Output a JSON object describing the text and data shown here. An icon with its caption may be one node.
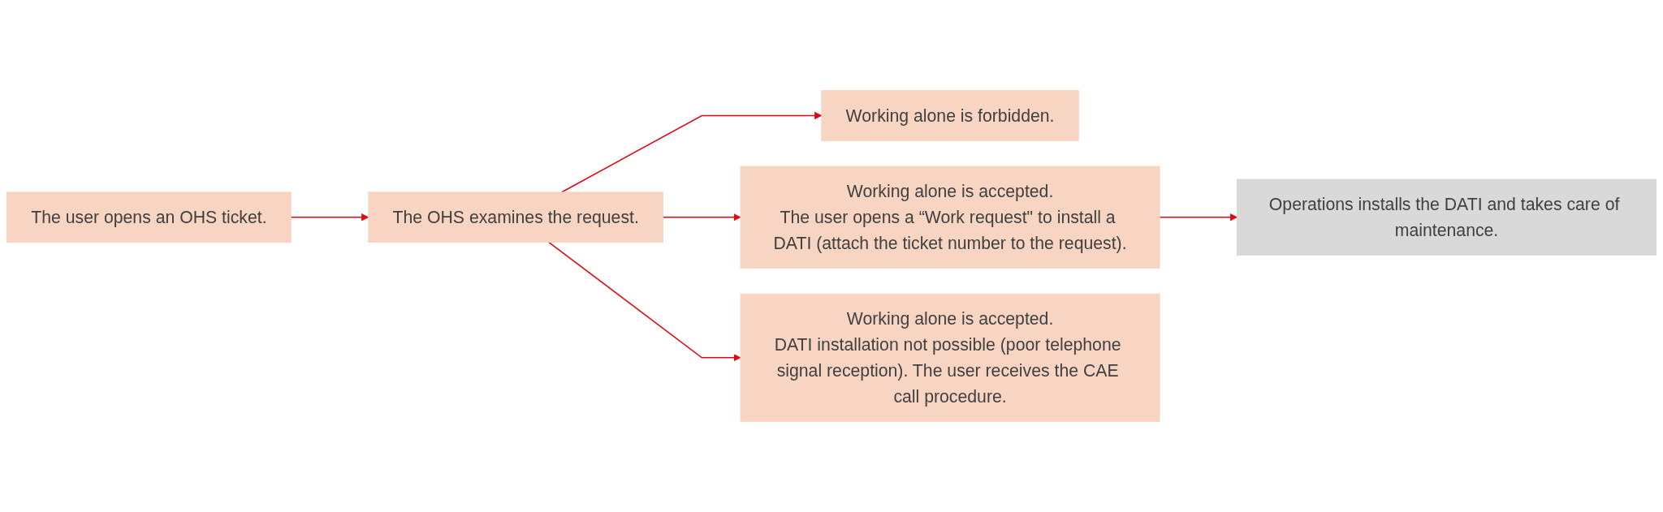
{
  "diagram": {
    "nodes": [
      {
        "text": [
          "The user opens an OHS ticket."
        ]
      },
      {
        "text": [
          "The OHS examines the request."
        ]
      },
      {
        "text": [
          "Working alone is forbidden."
        ]
      },
      {
        "text": [
          "Working alone is accepted.",
          "The user opens a “Work request\" to install a DATI (attach the ticket number to the request)."
        ]
      },
      {
        "text": [
          "Working alone is accepted.",
          "DATI installation not possible (poor telephone signal reception). The user receives the CAE call procedure."
        ]
      },
      {
        "text": [
          "Operations installs the DATI and takes care of maintenance."
        ]
      }
    ],
    "edges": [
      {
        "from": 0,
        "to": 1,
        "arrow": "to"
      },
      {
        "from": 1,
        "to": 2,
        "arrow": "to"
      },
      {
        "from": 1,
        "to": 3,
        "arrow": "to"
      },
      {
        "from": 1,
        "to": 4,
        "arrow": "to"
      },
      {
        "from": 3,
        "to": 5,
        "arrow": "to"
      }
    ]
  }
}
